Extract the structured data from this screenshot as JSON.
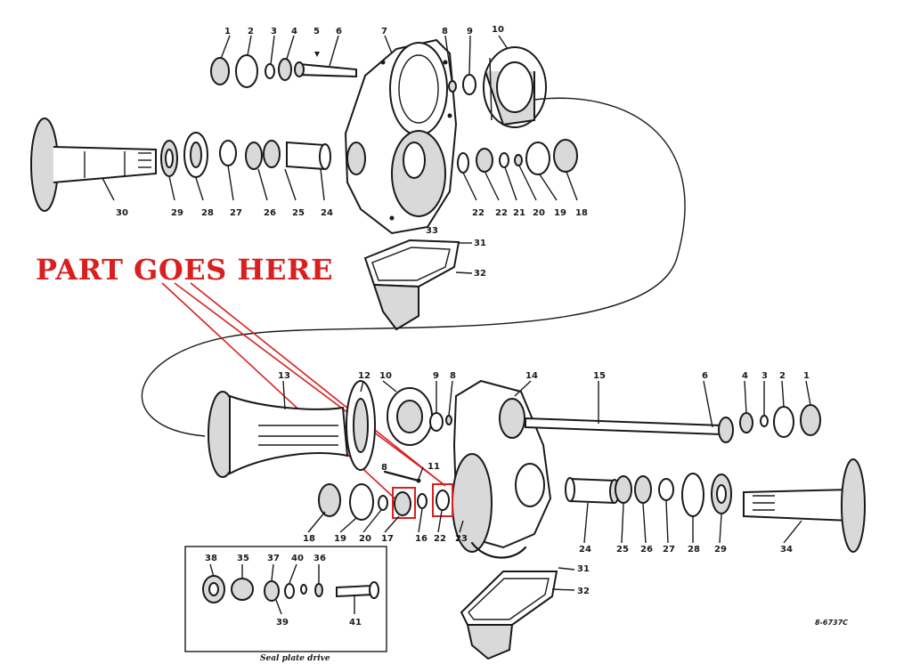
{
  "callout": {
    "text": "PART GOES HERE",
    "color": "#d92020"
  },
  "drawing_id": "8-6737C",
  "inset_caption": "Seal plate drive",
  "upper_assembly_labels": [
    "1",
    "2",
    "3",
    "4",
    "5",
    "6",
    "7",
    "8",
    "9",
    "10",
    "30",
    "29",
    "28",
    "27",
    "26",
    "25",
    "24",
    "33",
    "22",
    "22",
    "21",
    "20",
    "19",
    "18",
    "31",
    "32"
  ],
  "lower_assembly_labels": [
    "13",
    "12",
    "10",
    "9",
    "8",
    "14",
    "15",
    "6",
    "4",
    "3",
    "2",
    "1",
    "8",
    "11",
    "18",
    "19",
    "20",
    "17",
    "16",
    "22",
    "23",
    "24",
    "25",
    "26",
    "27",
    "28",
    "29",
    "34",
    "31",
    "32"
  ],
  "inset_labels": [
    "38",
    "35",
    "37",
    "40",
    "36",
    "39",
    "41"
  ]
}
